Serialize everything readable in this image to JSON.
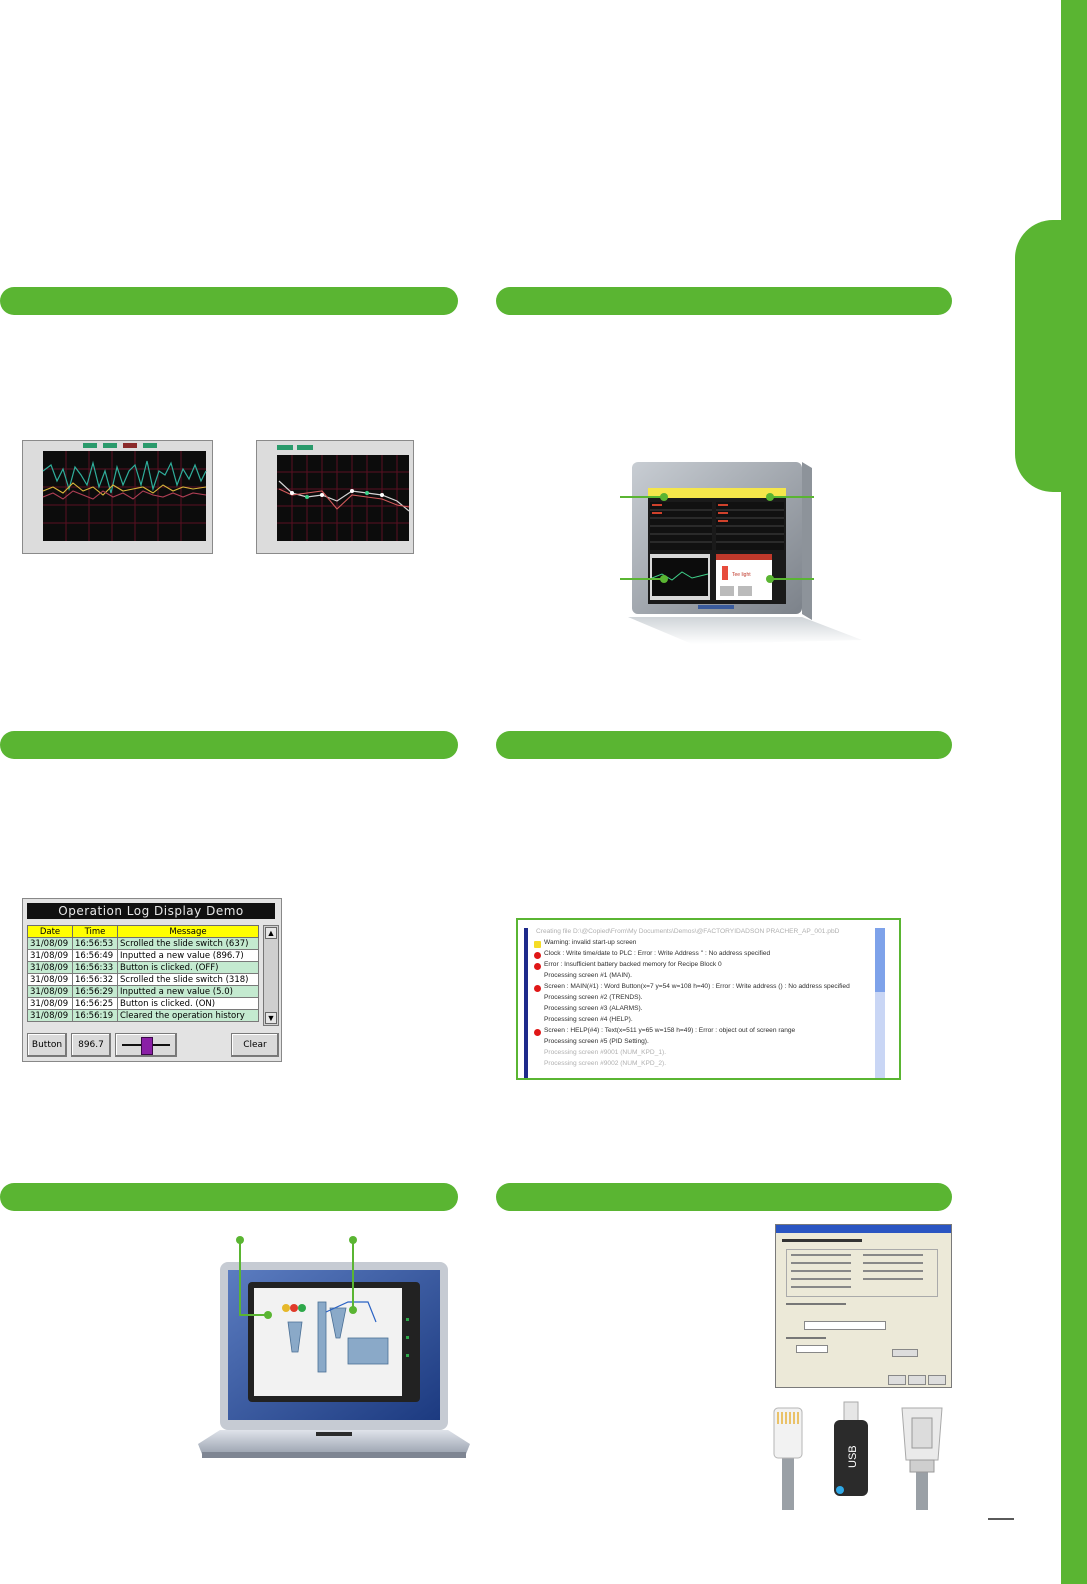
{
  "colors": {
    "accent": "#5ab532",
    "grid": "#5a0f22",
    "log_highlight": "#c4ead0",
    "header_yellow": "#ffff00"
  },
  "operation_log": {
    "title": "Operation Log Display Demo",
    "columns": [
      "Date",
      "Time",
      "Message"
    ],
    "rows": [
      [
        "31/08/09",
        "16:56:53",
        "Scrolled the slide switch  (637)"
      ],
      [
        "31/08/09",
        "16:56:49",
        "Inputted a new value  (896.7)"
      ],
      [
        "31/08/09",
        "16:56:33",
        "Button is clicked.  (OFF)"
      ],
      [
        "31/08/09",
        "16:56:32",
        "Scrolled the slide switch  (318)"
      ],
      [
        "31/08/09",
        "16:56:29",
        "Inputted a new value  (5.0)"
      ],
      [
        "31/08/09",
        "16:56:25",
        "Button is clicked.  (ON)"
      ],
      [
        "31/08/09",
        "16:56:19",
        "Cleared the operation history"
      ]
    ],
    "button_label": "Button",
    "value_display": "896.7",
    "clear_label": "Clear",
    "slider_level": 0.5
  },
  "compile_log": {
    "lines": [
      "Creating file D:\\@Copied\\From\\My Documents\\Demos\\@FACTORYIDADSON PRACHER_AP_001.pbD",
      "Warning: invalid start-up screen",
      "Clock : Write time/date to PLC : Error : Write Address '' : No address specified",
      "Error : Insufficient battery backed memory for Recipe Block 0",
      "Processing screen #1 (MAIN).",
      "Screen : MAIN(#1) : Word Button(x=7 y=54 w=108 h=40) : Error : Write address () : No address specified",
      "Processing screen #2 (TRENDS).",
      "Processing screen #3 (ALARMS).",
      "Processing screen #4 (HELP).",
      "Screen : HELP(#4) : Text(x=511 y=65 w=158 h=49) : Error : object out of screen range",
      "Processing screen #5 (PID Setting).",
      "Processing screen #9001 (NUM_KPD_1).",
      "Processing screen #9002 (NUM_KPD_2)."
    ]
  },
  "hmi_screen": {
    "title_banner": "Tee light"
  },
  "connectors": {
    "usb_label": "USB"
  },
  "page_number": ""
}
